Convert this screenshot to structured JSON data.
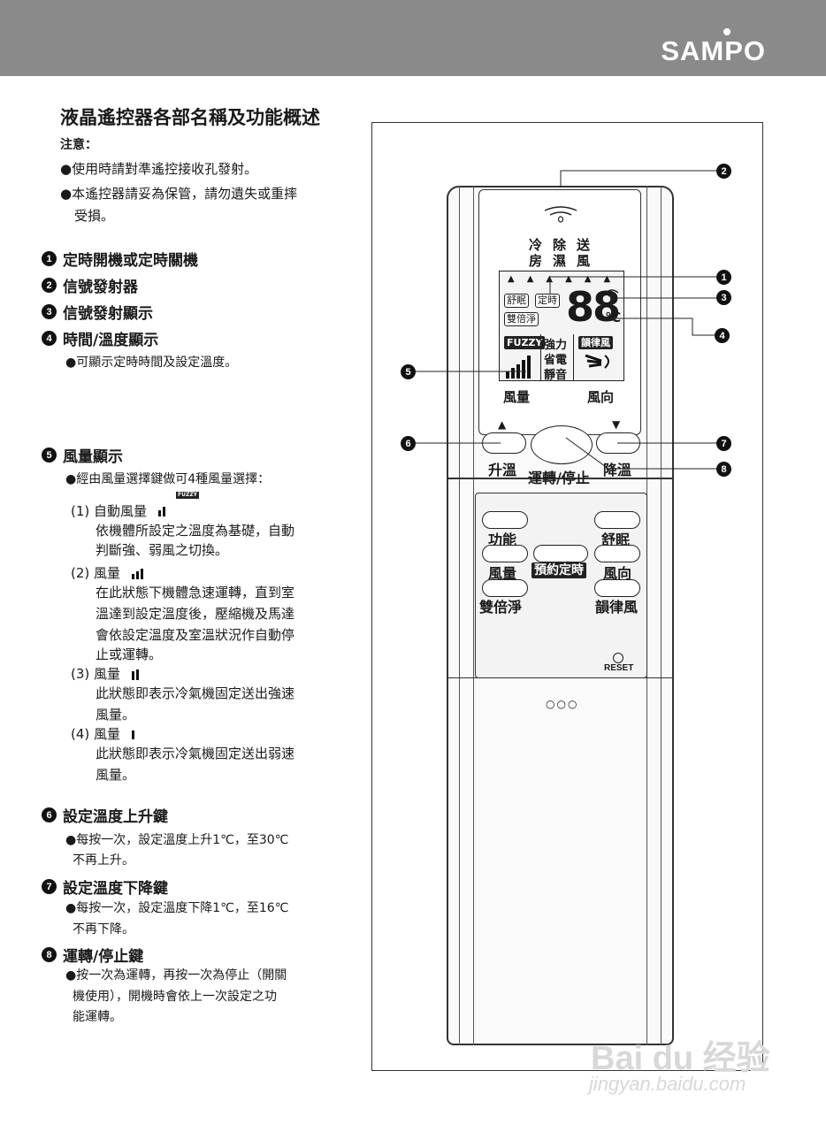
{
  "header": {
    "brand": "SAMPO",
    "bg_color": "#8a8a8a"
  },
  "title": "液晶遙控器各部名稱及功能概述",
  "note": {
    "label": "注意：",
    "bullets": [
      "●使用時請對準遙控接收孔發射。",
      "●本遙控器請妥為保管，請勿遺失或重摔",
      "受損。"
    ]
  },
  "items": [
    {
      "num": "1",
      "title": "定時開機或定時關機"
    },
    {
      "num": "2",
      "title": "信號發射器"
    },
    {
      "num": "3",
      "title": "信號發射顯示"
    },
    {
      "num": "4",
      "title": "時間/溫度顯示",
      "desc": "●可顯示定時時間及設定溫度。"
    },
    {
      "num": "5",
      "title": "風量顯示",
      "desc": "●經由風量選擇鍵做可4種風量選擇："
    },
    {
      "num": "6",
      "title": "設定溫度上升鍵",
      "desc": [
        "●每按一次，設定溫度上升1℃，至30℃",
        "不再上升。"
      ]
    },
    {
      "num": "7",
      "title": "設定溫度下降鍵",
      "desc": [
        "●每按一次，設定溫度下降1℃，至16℃",
        "不再下降。"
      ]
    },
    {
      "num": "8",
      "title": "運轉/停止鍵",
      "desc": [
        "●按一次為運轉，再按一次為停止（開關",
        "機使用），開機時會依上一次設定之功",
        "能運轉。"
      ]
    }
  ],
  "fan_modes": [
    {
      "label": "(1) 自動風量",
      "lines": [
        "依機體所設定之溫度為基礎，自動",
        "判斷強、弱風之切換。"
      ]
    },
    {
      "label": "(2) 風量",
      "lines": [
        "在此狀態下機體急速運轉，直到室",
        "溫達到設定溫度後，壓縮機及馬達",
        "會依設定溫度及室溫狀況作自動停",
        "止或運轉。"
      ]
    },
    {
      "label": "(3) 風量",
      "lines": [
        "此狀態即表示冷氣機固定送出強速",
        "風量。"
      ]
    },
    {
      "label": "(4) 風量",
      "lines": [
        "此狀態即表示冷氣機固定送出弱速",
        "風量。"
      ]
    }
  ],
  "fuzzy_tag": "FUZZY",
  "remote": {
    "modes": [
      "冷",
      "除",
      "送",
      "房",
      "濕",
      "風"
    ],
    "sleep": "舒眠",
    "timer": "定時",
    "double_clean": "雙倍淨",
    "digits": "88",
    "unit": "℃",
    "fuzzy": "FUZZY",
    "powerful": "強力",
    "eco": "省電",
    "quiet": "靜音",
    "rhythm": "韻律風",
    "fan_label": "風量",
    "swing_label": "風向",
    "up_arrow": "▲",
    "down_arrow": "▼",
    "up_label": "升溫",
    "down_label": "降溫",
    "power_label": "運轉/停止",
    "panel": {
      "function": "功能",
      "sleep": "舒眠",
      "fan": "風量",
      "timer_set": "預約定時",
      "swing": "風向",
      "double_clean": "雙倍淨",
      "rhythm": "韻律風",
      "reset": "RESET"
    },
    "dots": "○○○"
  },
  "callouts": [
    "2",
    "1",
    "3",
    "4",
    "5",
    "6",
    "7",
    "8"
  ],
  "watermark": {
    "main": "Bai du 经验",
    "sub": "jingyan.baidu.com"
  }
}
